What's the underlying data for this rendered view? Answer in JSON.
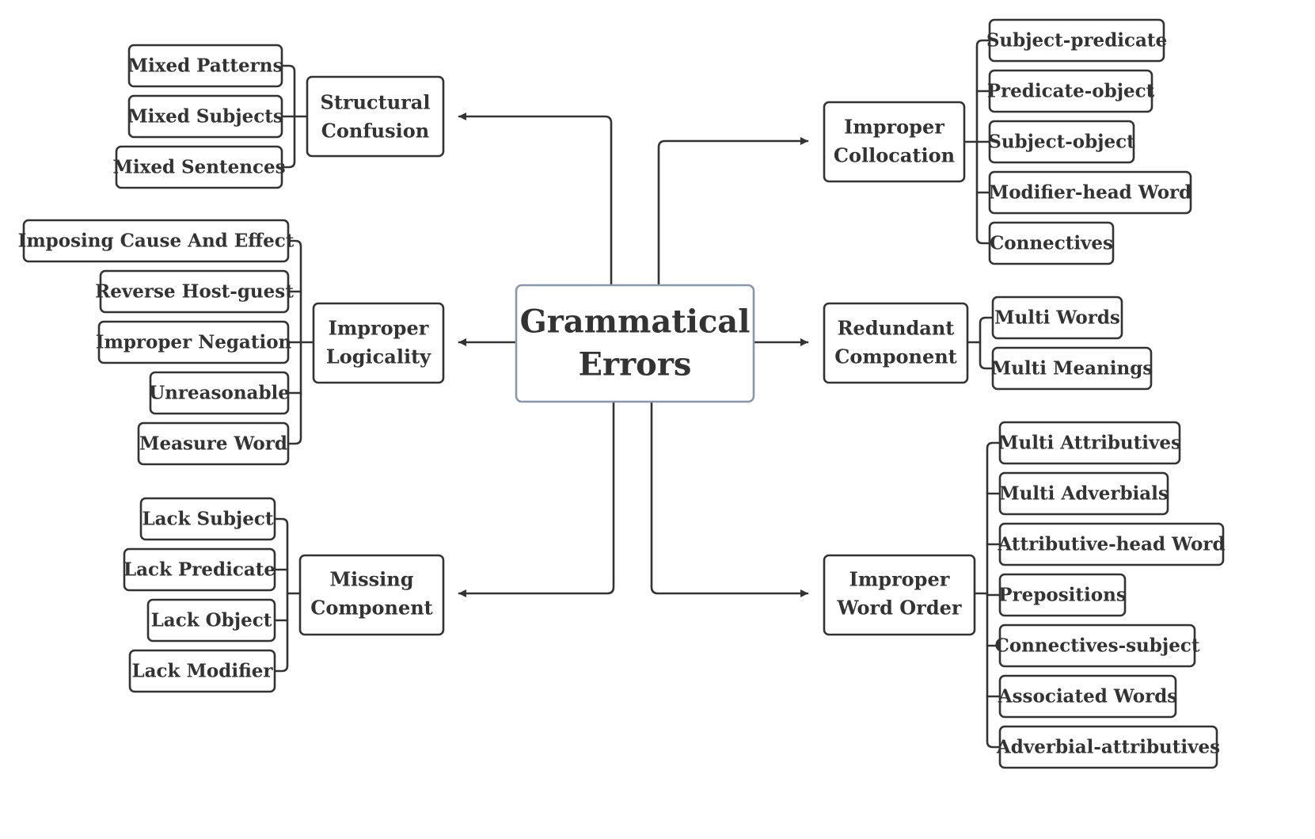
{
  "root": {
    "lines": [
      "Grammatical",
      "Errors"
    ]
  },
  "categories": [
    {
      "id": "structural",
      "lines": [
        "Structural",
        "Confusion"
      ],
      "items": [
        "Mixed Patterns",
        "Mixed Subjects",
        "Mixed Sentences"
      ]
    },
    {
      "id": "logicality",
      "lines": [
        "Improper",
        "Logicality"
      ],
      "items": [
        "Imposing Cause And Effect",
        "Reverse Host-guest",
        "Improper Negation",
        "Unreasonable",
        "Measure Word"
      ]
    },
    {
      "id": "missing",
      "lines": [
        "Missing",
        "Component"
      ],
      "items": [
        "Lack Subject",
        "Lack Predicate",
        "Lack Object",
        "Lack Modifier"
      ]
    },
    {
      "id": "collocation",
      "lines": [
        "Improper",
        "Collocation"
      ],
      "items": [
        "Subject-predicate",
        "Predicate-object",
        "Subject-object",
        "Modifier-head Word",
        "Connectives"
      ]
    },
    {
      "id": "redundant",
      "lines": [
        "Redundant",
        "Component"
      ],
      "items": [
        "Multi Words",
        "Multi Meanings"
      ]
    },
    {
      "id": "word-order",
      "lines": [
        "Improper",
        "Word Order"
      ],
      "items": [
        "Multi Attributives",
        "Multi Adverbials",
        "Attributive-head Word",
        "Prepositions",
        "Connectives-subject",
        "Associated Words",
        "Adverbial-attributives"
      ]
    }
  ],
  "colors": {
    "stroke": "#333333",
    "text": "#333333",
    "root_border": "#8c96aa",
    "root_fill": "#ffffff"
  }
}
